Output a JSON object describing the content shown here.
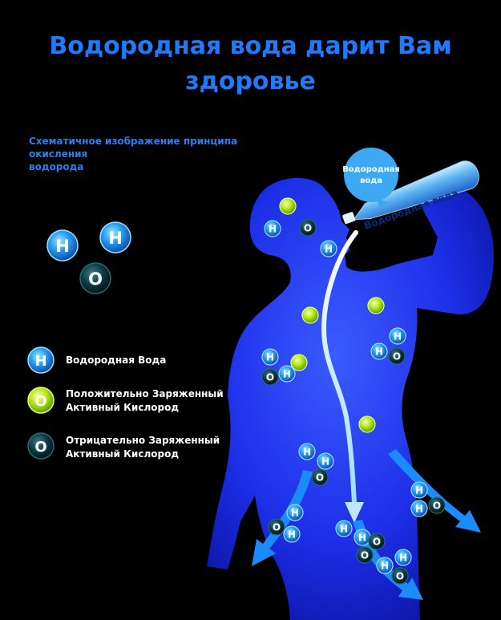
{
  "title_line1": "Водородная вода дарит Вам",
  "title_line2": "здоровье",
  "subtitle_line1": "Схематичное изображение принципа окисления",
  "subtitle_line2": "водорода",
  "bubble_line1": "Водородная",
  "bubble_line2": "вода",
  "bottle_label": "Водородная вода",
  "atom_h": "H",
  "atom_o": "O",
  "legend": {
    "hydrogen": "Водородная Вода",
    "positive_line1": "Положительно Заряженный",
    "positive_line2": "Активный Кислород",
    "negative_line1": "Отрицательно Заряженный",
    "negative_line2": "Активный Кислород"
  },
  "colors": {
    "title": "#1e7bff",
    "hydrogen": "#29a8ff",
    "positive": "#a8e010",
    "negative": "#0d3a40",
    "body": "#1f35ff"
  }
}
